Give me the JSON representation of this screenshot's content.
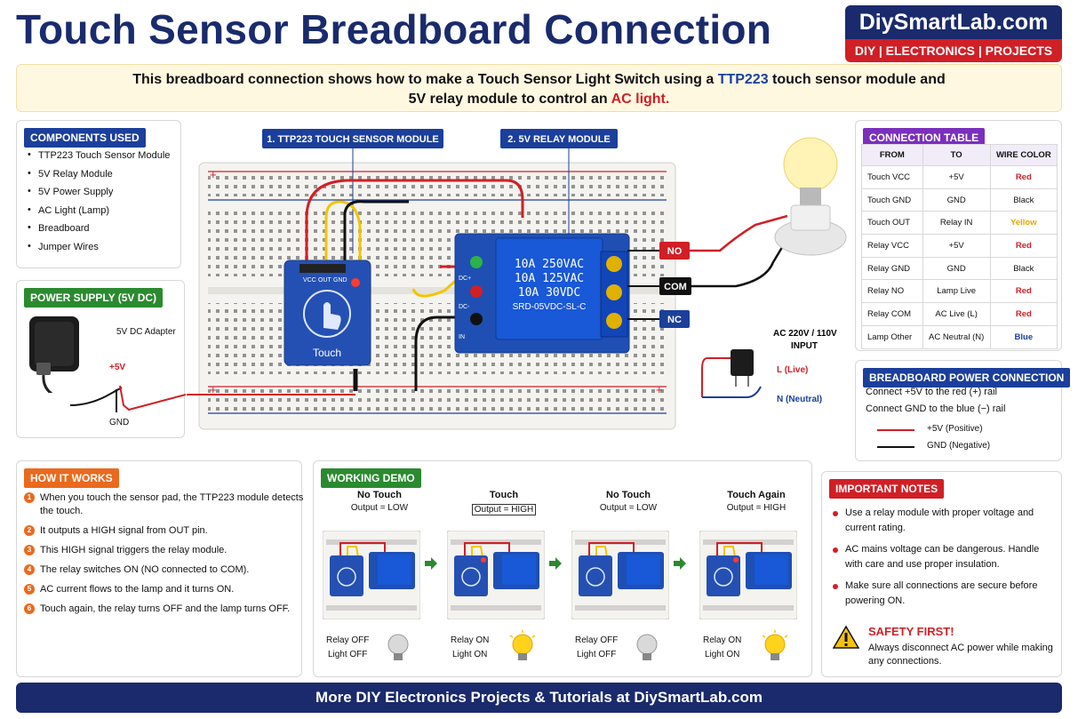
{
  "header": {
    "title": "Touch Sensor Breadboard Connection",
    "logo_main": "DiySmartLab.com",
    "logo_sub": "DIY | ELECTRONICS | PROJECTS"
  },
  "intro": {
    "part1": "This breadboard connection shows how to make a Touch Sensor Light Switch using a ",
    "highlight1": "TTP223",
    "part2": " touch sensor module and",
    "part3": "5V relay module to control an ",
    "highlight2": "AC light."
  },
  "components": {
    "title": "COMPONENTS USED",
    "items": [
      "TTP223 Touch Sensor Module",
      "5V Relay Module",
      "5V Power Supply",
      "AC Light (Lamp)",
      "Breadboard",
      "Jumper Wires"
    ]
  },
  "power_supply": {
    "title": "POWER SUPPLY (5V DC)",
    "adapter_label": "5V DC Adapter",
    "plus_label": "+5V",
    "gnd_label": "GND"
  },
  "diagram": {
    "touch_module_label": "1. TTP223 TOUCH SENSOR MODULE",
    "relay_module_label": "2. 5V RELAY MODULE",
    "touch_pins": [
      "VCC",
      "OUT",
      "GND"
    ],
    "touch_text": "Touch",
    "relay_specs": [
      "10A 250VAC",
      "10A 125VAC",
      "10A 30VDC",
      "SRD-05VDC-SL-C"
    ],
    "relay_pins": [
      "DC+",
      "DC-",
      "IN"
    ],
    "terminal_no": "NO",
    "terminal_com": "COM",
    "terminal_nc": "NC",
    "ac_input": "AC 220V / 110V\nINPUT",
    "ac_line1": "AC 220V / 110V",
    "ac_line2": "INPUT",
    "live": "L (Live)",
    "neutral": "N (Neutral)",
    "plus_sign": "+",
    "minus_sign": "-"
  },
  "connection_table": {
    "title": "CONNECTION TABLE",
    "headers": [
      "FROM",
      "TO",
      "WIRE COLOR"
    ],
    "rows": [
      {
        "from": "Touch VCC",
        "to": "+5V",
        "color": "Red",
        "cls": "wc-red"
      },
      {
        "from": "Touch GND",
        "to": "GND",
        "color": "Black",
        "cls": "wc-black"
      },
      {
        "from": "Touch OUT",
        "to": "Relay IN",
        "color": "Yellow",
        "cls": "wc-yellow"
      },
      {
        "from": "Relay VCC",
        "to": "+5V",
        "color": "Red",
        "cls": "wc-red"
      },
      {
        "from": "Relay GND",
        "to": "GND",
        "color": "Black",
        "cls": "wc-black"
      },
      {
        "from": "Relay NO",
        "to": "Lamp Live",
        "color": "Red",
        "cls": "wc-red"
      },
      {
        "from": "Relay COM",
        "to": "AC Live (L)",
        "color": "Red",
        "cls": "wc-red"
      },
      {
        "from": "Lamp Other",
        "to": "AC Neutral (N)",
        "color": "Blue",
        "cls": "wc-blue"
      }
    ]
  },
  "bb_power": {
    "title": "BREADBOARD POWER CONNECTION",
    "line1": "Connect +5V to the red (+) rail",
    "line2": "Connect GND to the blue (−) rail",
    "pos_label": "+5V (Positive)",
    "neg_label": "GND (Negative)"
  },
  "how_it_works": {
    "title": "HOW IT WORKS",
    "steps": [
      "When you touch the sensor pad, the TTP223 module detects the touch.",
      "It outputs a HIGH signal from OUT pin.",
      "This HIGH signal triggers the relay module.",
      "The relay switches ON (NO connected to COM).",
      "AC current flows to the lamp and it turns ON.",
      "Touch again, the relay turns OFF and the lamp turns OFF."
    ]
  },
  "working_demo": {
    "title": "WORKING DEMO",
    "states": [
      {
        "state": "No Touch",
        "output": "Output = LOW",
        "relay": "Relay OFF",
        "light": "Light OFF",
        "on": false
      },
      {
        "state": "Touch",
        "output": "Output = HIGH",
        "relay": "Relay ON",
        "light": "Light ON",
        "on": true
      },
      {
        "state": "No Touch",
        "output": "Output = LOW",
        "relay": "Relay OFF",
        "light": "Light OFF",
        "on": false
      },
      {
        "state": "Touch Again",
        "output": "Output = HIGH",
        "relay": "Relay ON",
        "light": "Light ON",
        "on": true
      }
    ]
  },
  "notes": {
    "title": "IMPORTANT NOTES",
    "items": [
      "Use a relay module with proper voltage and current rating.",
      "AC mains voltage can be dangerous. Handle with care and use proper insulation.",
      "Make sure all connections are secure before powering ON."
    ],
    "safety_title": "SAFETY FIRST!",
    "safety_text": "Always disconnect AC power while making any connections."
  },
  "footer": {
    "text": "More DIY Electronics Projects & Tutorials at DiySmartLab.com"
  },
  "colors": {
    "navy": "#1a2a6c",
    "accent_blue": "#1b3f9b",
    "red": "#d11f26",
    "orange": "#e96a1e",
    "green": "#2b8a2f",
    "purple": "#7b2fbd",
    "wire_yellow": "#f2c500"
  }
}
